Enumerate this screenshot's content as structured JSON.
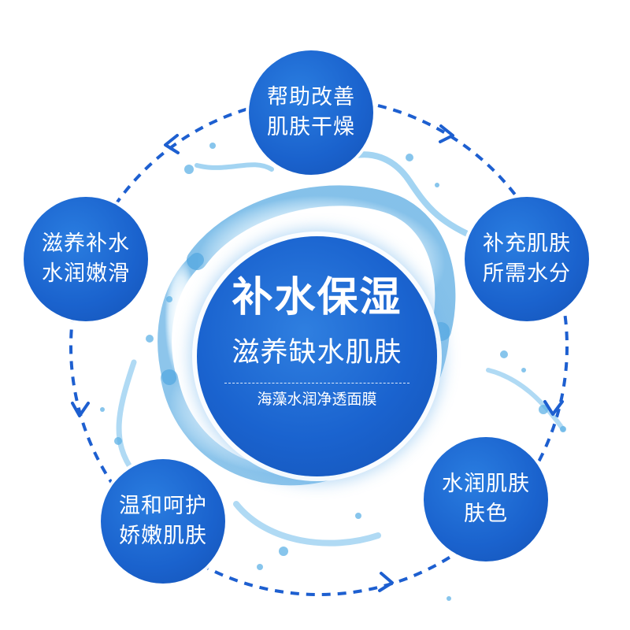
{
  "center": {
    "title": "补水保湿",
    "subtitle": "滋养缺水肌肤",
    "product": "海藻水润净透面膜"
  },
  "benefits": {
    "top": {
      "line1": "帮助改善",
      "line2": "肌肤干燥"
    },
    "right": {
      "line1": "补充肌肤",
      "line2": "所需水分"
    },
    "bottom_right": {
      "line1": "水润肌肤",
      "line2": "肤色"
    },
    "bottom_left": {
      "line1": "温和呵护",
      "line2": "娇嫩肌肤"
    },
    "left": {
      "line1": "滋养补水",
      "line2": "水润嫩滑"
    }
  },
  "colors": {
    "primary_blue": "#1a62cd",
    "dashed_ring": "#1d5fd0",
    "splash": "#5fb2e6"
  },
  "icons": [
    "water-splash-icon",
    "cycle-arrow-icon"
  ]
}
